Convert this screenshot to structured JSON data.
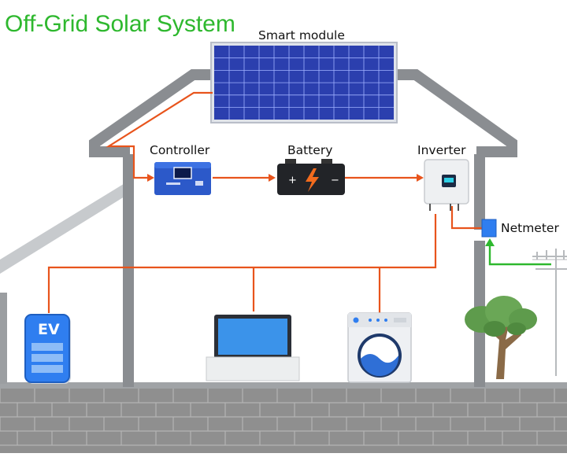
{
  "title": "Off-Grid Solar System",
  "labels": {
    "smart_module": "Smart module",
    "controller": "Controller",
    "battery": "Battery",
    "inverter": "Inverter",
    "netmeter": "Netmeter",
    "ev": "EV"
  },
  "colors": {
    "title": "#2eb82e",
    "wire": "#e8541c",
    "grid_wire": "#2eb82e",
    "house_wall": "#8a8d91",
    "panel": "#2b3fae",
    "device_blue": "#2f7ef0",
    "ground": "#8e8e8e"
  }
}
